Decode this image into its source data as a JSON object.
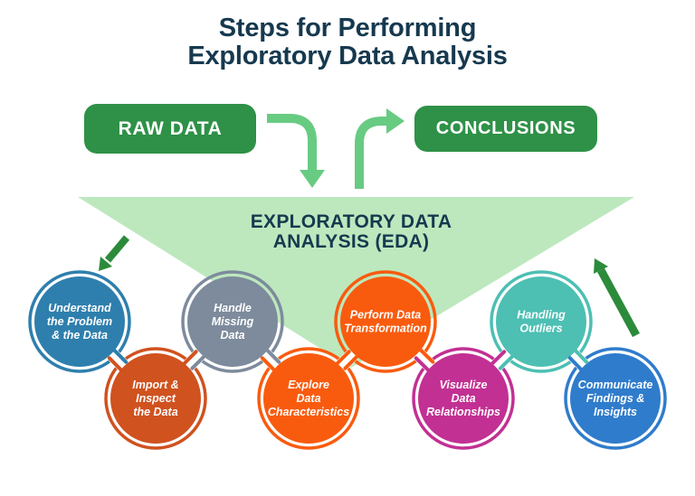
{
  "title": {
    "line1": "Steps for Performing",
    "line2": "Exploratory Data Analysis"
  },
  "flow": {
    "raw_data_label": "RAW DATA",
    "conclusions_label": "CONCLUSIONS",
    "eda_line1": "EXPLORATORY DATA",
    "eda_line2": "ANALYSIS (EDA)"
  },
  "colors": {
    "title_navy": "#16394F",
    "pill_green": "#2E9147",
    "flow_arrow_light_green": "#68CB82",
    "funnel_light_green": "#BDE8BE",
    "dark_arrow_green": "#2C8B3B",
    "background": "#FFFFFF",
    "step_text": "#FFFFFF"
  },
  "steps": [
    {
      "label": "Understand the Problem & the Data",
      "lines": [
        "Understand",
        "the Problem",
        "& the Data"
      ],
      "color": "#2E7FAD"
    },
    {
      "label": "Import & Inspect the Data",
      "lines": [
        "Import &",
        "Inspect",
        "the Data"
      ],
      "color": "#D0521F"
    },
    {
      "label": "Handle Missing Data",
      "lines": [
        "Handle",
        "Missing",
        "Data"
      ],
      "color": "#7D8B9C"
    },
    {
      "label": "Explore Data Characteristics",
      "lines": [
        "Explore",
        "Data",
        "Characteristics"
      ],
      "color": "#F95B0E"
    },
    {
      "label": "Perform Data Transformation",
      "lines": [
        "Perform Data",
        "Transformation"
      ],
      "color": "#F95B0E"
    },
    {
      "label": "Visualize Data Relationships",
      "lines": [
        "Visualize",
        "Data",
        "Relationships"
      ],
      "color": "#C23093"
    },
    {
      "label": "Handling Outliers",
      "lines": [
        "Handling",
        "Outliers"
      ],
      "color": "#4DBFB3"
    },
    {
      "label": "Communicate Findings & Insights",
      "lines": [
        "Communicate",
        "Findings &",
        "Insights"
      ],
      "color": "#2F7CCC"
    }
  ]
}
